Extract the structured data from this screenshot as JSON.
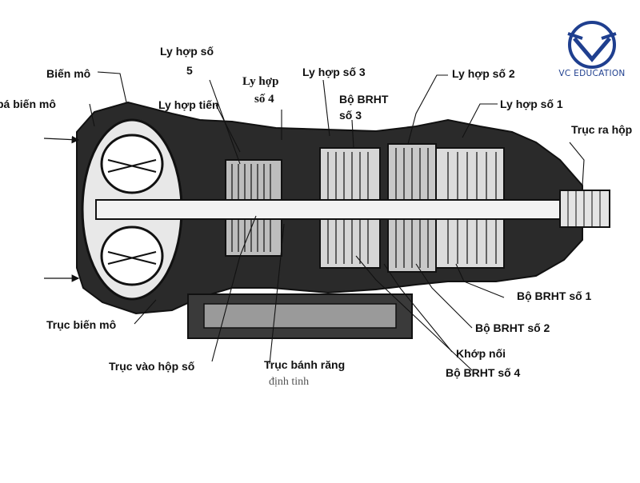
{
  "brand": {
    "name": "VC EDUCATION",
    "icon": "vc-education-logo-icon",
    "color": "#1f3f8f"
  },
  "diagram": {
    "subject": "automatic-transmission-cross-section",
    "labels": {
      "bien_mo": "Biến mô",
      "pa_bien_mo": "pá biến mô",
      "ly_hop_so5_line1": "Ly hợp số",
      "ly_hop_so5_line2": "5",
      "ly_hop_tien": "Ly hợp tiến",
      "ly_hop_so4_line1": "Ly hợp",
      "ly_hop_so4_line2": "số 4",
      "ly_hop_so3": "Ly hợp số 3",
      "bo_brht_so3_line1": "Bộ BRHT",
      "bo_brht_so3_line2": "số 3",
      "ly_hop_so2": "Ly hợp số 2",
      "ly_hop_so1": "Ly hợp số 1",
      "truc_ra_hop": "Trục ra hộp",
      "bo_brht_so1": "Bộ BRHT số 1",
      "bo_brht_so2": "Bộ BRHT số 2",
      "khop_noi": "Khớp nối",
      "bo_brht_so4": "Bộ BRHT số 4",
      "truc_bien_mo": "Trục biến mô",
      "truc_vao_hop_so": "Trục  vào hộp số",
      "truc_banh_rang": "Trục bánh răng",
      "dinh_tinh": "định tinh"
    }
  }
}
